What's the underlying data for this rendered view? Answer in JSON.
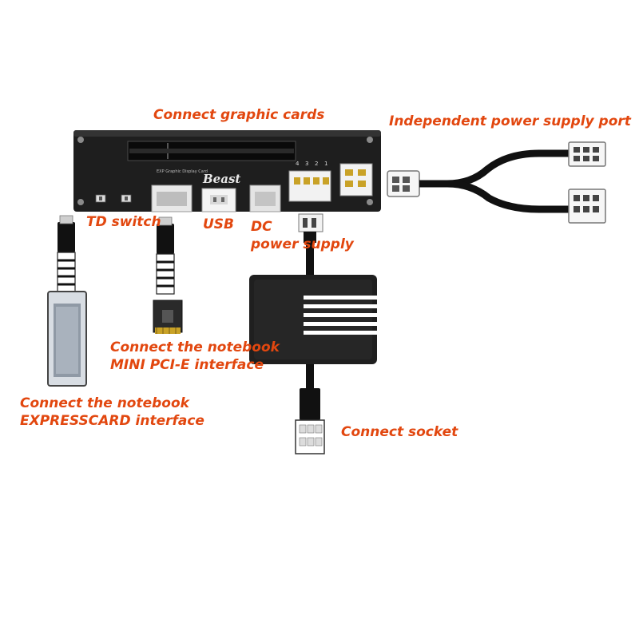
{
  "board": {
    "brand_text": "Beast",
    "small_text": "EXP Graphic Display Card",
    "pin_labels": [
      "4",
      "3",
      "2",
      "1"
    ]
  },
  "labels": {
    "connect_graphic_cards": "Connect graphic cards",
    "independent_power_supply_port": "Independent power supply port",
    "td_switch": "TD switch",
    "usb": "USB",
    "dc_line1": "DC",
    "dc_line2": "power supply",
    "mini_pcie_line1": "Connect the notebook",
    "mini_pcie_line2": "MINI PCI-E interface",
    "expresscard_line1": "Connect the notebook",
    "expresscard_line2": "EXPRESSCARD interface",
    "connect_socket": "Connect socket"
  },
  "colors": {
    "label": "#e2470f",
    "board": "#1e1e1e",
    "cable": "#111111"
  }
}
